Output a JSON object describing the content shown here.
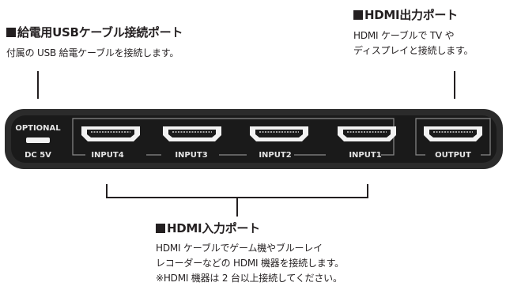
{
  "usb_callout": {
    "title": "給電用USBケーブル接続ポート",
    "lines": [
      "付属の USB 給電ケーブルを接続します。"
    ]
  },
  "output_callout": {
    "title": "HDMI出力ポート",
    "lines": [
      "HDMI ケーブルで TV や",
      "ディスプレイと接続します。"
    ]
  },
  "input_callout": {
    "title": "HDMI入力ポート",
    "lines": [
      "HDMI ケーブルでゲーム機やブルーレイ",
      "レコーダーなどの HDMI 機器を接続します。",
      "※HDMI 機器は 2 台以上接続してください。"
    ]
  },
  "device": {
    "optional_label": "OPTIONAL",
    "power_label": "DC 5V",
    "ports": [
      "INPUT4",
      "INPUT3",
      "INPUT2",
      "INPUT1"
    ],
    "output_label": "OUTPUT"
  },
  "colors": {
    "body": "#2b2b2b",
    "panel": "#111111",
    "port": "#f2f2f2",
    "label": "#e6e6e6",
    "text": "#231f20"
  }
}
